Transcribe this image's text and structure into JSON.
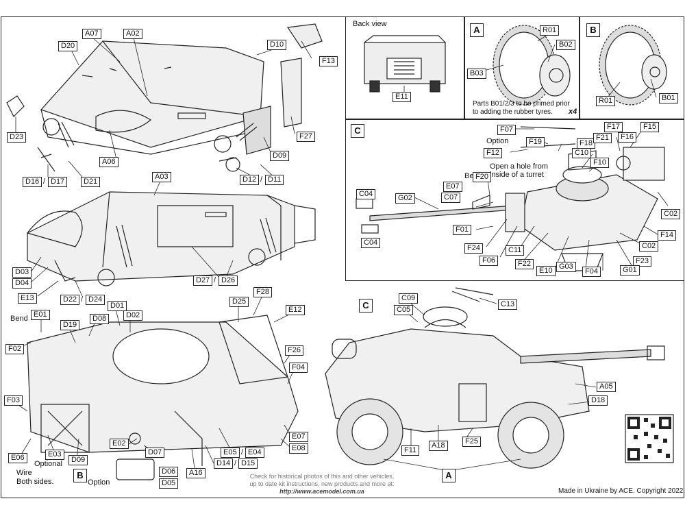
{
  "panels": {
    "back_view_title": "Back view",
    "panel_a": "A",
    "panel_b": "B",
    "panel_c": "C",
    "primed_note_1": "Parts B01/2/3 to be primed prior",
    "primed_note_2": "to adding the rubber tyres.",
    "x4": "x4"
  },
  "labels": {
    "A07": "A07",
    "A02": "A02",
    "D20": "D20",
    "D10": "D10",
    "F13": "F13",
    "D23": "D23",
    "F27": "F27",
    "A06": "A06",
    "D09a": "D09",
    "D16": "D16",
    "D17": "D17",
    "D21": "D21",
    "D12": "D12",
    "D11": "D11",
    "A03": "A03",
    "D03": "D03",
    "D04": "D04",
    "E13": "E13",
    "D22": "D22",
    "D24": "D24",
    "D27": "D27",
    "D26": "D26",
    "E11": "E11",
    "R01a": "R01",
    "B02": "B02",
    "B03": "B03",
    "R01b": "R01",
    "B01": "B01",
    "F07": "F07",
    "F19": "F19",
    "F18": "F18",
    "F12": "F12",
    "F17": "F17",
    "F21": "F21",
    "F15": "F15",
    "F16": "F16",
    "C10": "C10",
    "F10": "F10",
    "E07a": "E07",
    "F20": "F20",
    "C04a": "C04",
    "G02": "G02",
    "C07": "C07",
    "C02a": "C02",
    "C04b": "C04",
    "F01": "F01",
    "F24": "F24",
    "C11": "C11",
    "C02b": "C02",
    "F14": "F14",
    "F06": "F06",
    "F22": "F22",
    "F23": "F23",
    "E10": "E10",
    "G03": "G03",
    "F04a": "F04",
    "G01": "G01",
    "E01": "E01",
    "D19": "D19",
    "D08": "D08",
    "D01": "D01",
    "D02": "D02",
    "D25": "D25",
    "F28": "F28",
    "E12": "E12",
    "F02": "F02",
    "F26": "F26",
    "F04b": "F04",
    "F03": "F03",
    "E02": "E02",
    "D07": "D07",
    "E05": "E05",
    "E04": "E04",
    "E07b": "E07",
    "E08": "E08",
    "E06": "E06",
    "E03": "E03",
    "D09b": "D09",
    "D14": "D14",
    "D15": "D15",
    "A16": "A16",
    "D06": "D06",
    "D05": "D05",
    "C09": "C09",
    "C05": "C05",
    "C13": "C13",
    "A05": "A05",
    "D18": "D18",
    "F11": "F11",
    "A18": "A18",
    "F25": "F25"
  },
  "notes": {
    "option1": "Option",
    "bend1": "Bend",
    "open_hole_1": "Open a hole from",
    "open_hole_2": "inside of a turret",
    "bend2": "Bend",
    "optional": "Optional",
    "wire": "Wire",
    "both_sides": "Both sides.",
    "option2": "Option",
    "slash": "/"
  },
  "footer": {
    "line1": "Check for historical photos of this and other vehicles,",
    "line2": "up to date kit instructions, new products and more at:",
    "url": "http://www.acemodel.com.ua",
    "made_in": "Made in Ukraine by ACE. Copyright 2022."
  },
  "colors": {
    "line": "#222222",
    "fill": "#e6e6e6",
    "shade": "#c8c8c8"
  }
}
